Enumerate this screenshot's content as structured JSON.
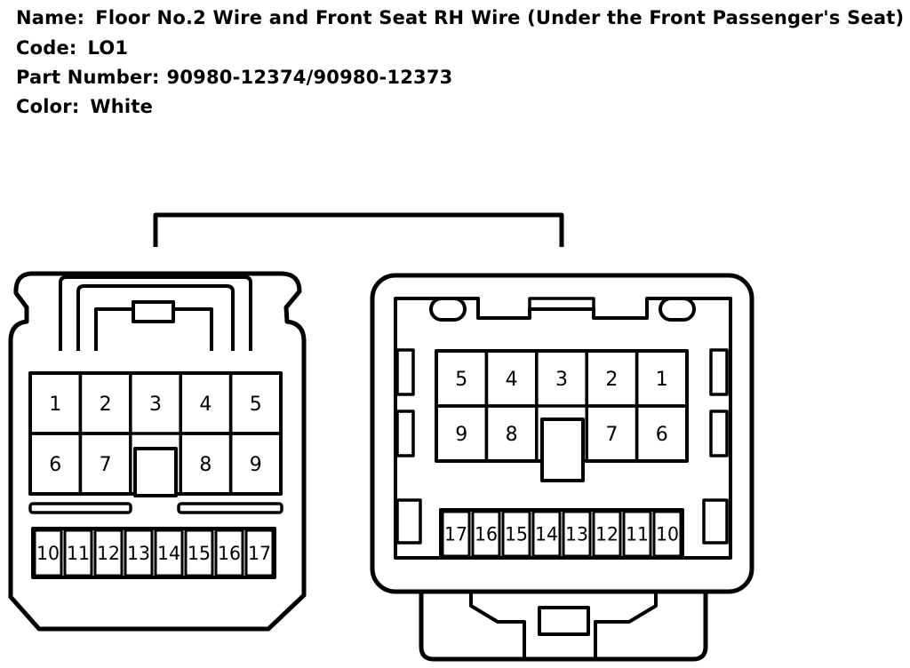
{
  "header": {
    "name_label": "Name:",
    "name_value": "Floor No.2 Wire and Front Seat RH Wire (Under the Front Passenger's Seat)",
    "code_label": "Code:",
    "code_value": "LO1",
    "part_label": "Part Number:",
    "part_value": "90980-12374/90980-12373",
    "color_label": "Color:",
    "color_value": "White"
  },
  "left_connector": {
    "top_row": [
      "1",
      "2",
      "3",
      "4",
      "5"
    ],
    "mid_row": [
      "6",
      "7",
      "",
      "8",
      "9"
    ],
    "bottom_row": [
      "10",
      "11",
      "12",
      "13",
      "14",
      "15",
      "16",
      "17"
    ]
  },
  "right_connector": {
    "top_row": [
      "5",
      "4",
      "3",
      "2",
      "1"
    ],
    "mid_row": [
      "9",
      "8",
      "",
      "7",
      "6"
    ],
    "bottom_row": [
      "17",
      "16",
      "15",
      "14",
      "13",
      "12",
      "11",
      "10"
    ]
  }
}
